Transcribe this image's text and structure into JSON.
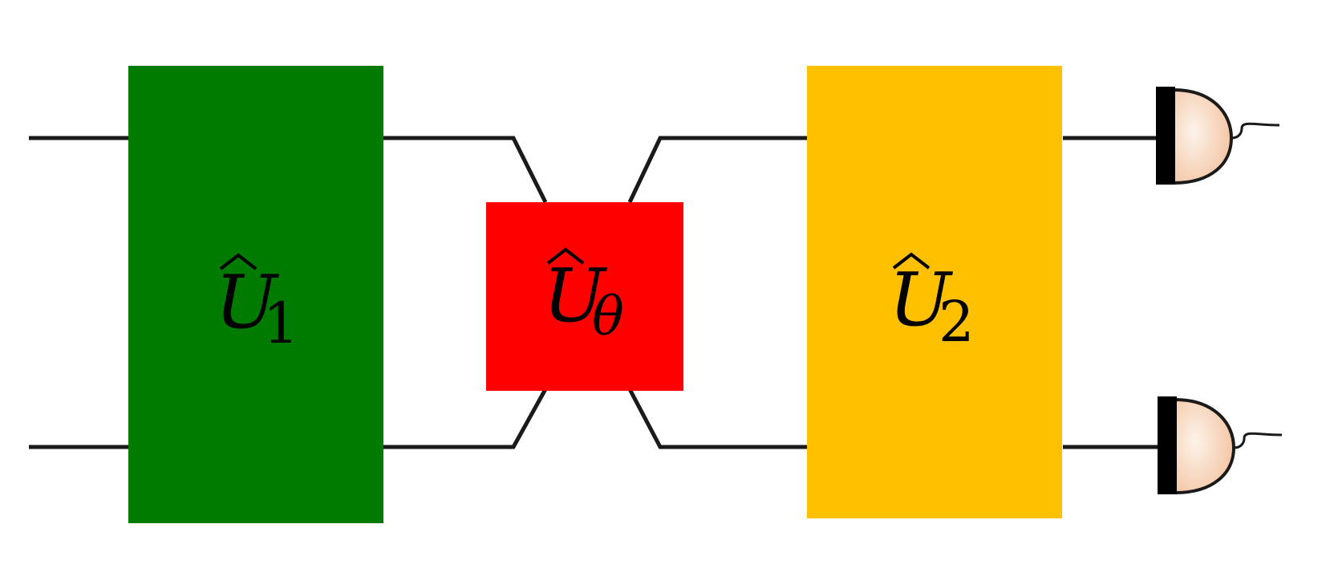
{
  "diagram": {
    "gates": [
      {
        "id": "u1",
        "symbol": "U",
        "subscript": "1",
        "color": "#007b00"
      },
      {
        "id": "utheta",
        "symbol": "U",
        "subscript": "θ",
        "color": "#ff0000"
      },
      {
        "id": "u2",
        "symbol": "U",
        "subscript": "2",
        "color": "#ffc000"
      }
    ],
    "detector_colors": {
      "body_light": "#fdf3ea",
      "body_shade": "#f2bf9a",
      "back_plate": "#000000"
    },
    "wire_color": "#1a1a1a"
  }
}
